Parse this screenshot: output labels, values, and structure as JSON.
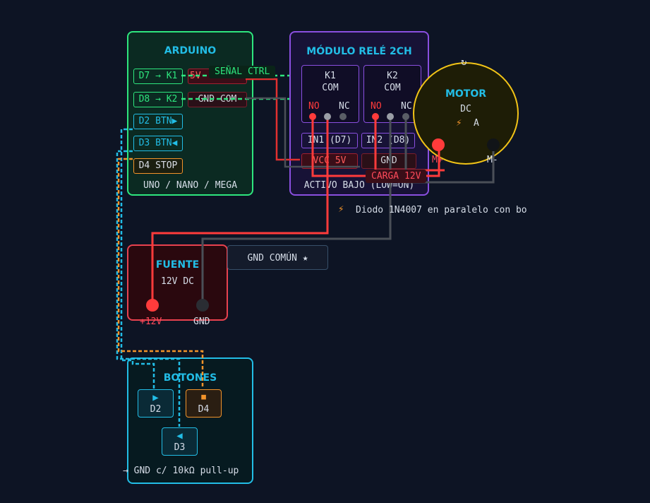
{
  "arduino": {
    "title": "ARDUINO",
    "pins": [
      "D7 → K1",
      "D8 → K2",
      "D2 BTN▶",
      "D3 BTN◀",
      "D4 STOP"
    ],
    "tags": [
      "5V",
      "GND COM"
    ],
    "footer": "UNO / NANO / MEGA"
  },
  "relay": {
    "title": "MÓDULO RELÉ 2CH",
    "k1": {
      "name": "K1",
      "com": "COM",
      "no": "NO",
      "nc": "NC"
    },
    "k2": {
      "name": "K2",
      "com": "COM",
      "no": "NO",
      "nc": "NC"
    },
    "inputs": [
      "IN1 (D7)",
      "IN2 (D8)"
    ],
    "power": [
      "VCC 5V",
      "GND"
    ],
    "footer": "ACTIVO BAJO (LOW=ON)"
  },
  "signal_label": "SEÑAL CTRL",
  "load_label": "CARGA 12V",
  "motor": {
    "title": "MOTOR",
    "sub": "DC",
    "current": "A",
    "plus": "M+",
    "minus": "M-"
  },
  "diode_note": "Diodo 1N4007 en paralelo con bo",
  "supply": {
    "title": "FUENTE",
    "sub": "12V DC",
    "plus": "+12V",
    "gnd": "GND"
  },
  "gnd_common": "GND COMÚN ★",
  "buttons": {
    "title": "BOTONES",
    "items": [
      {
        "icon": "▶",
        "label": "D2"
      },
      {
        "icon": "■",
        "label": "D4"
      },
      {
        "icon": "◀",
        "label": "D3"
      }
    ],
    "footer": "→ GND c/ 10kΩ pull-up"
  },
  "colors": {
    "arduino": "#2ee67e",
    "relay": "#8a4fe0",
    "motor": "#f2c417",
    "supply": "#e8424f",
    "buttons": "#22bde6",
    "stop": "#f2932a",
    "wire_red": "#ff3b3b",
    "wire_gray": "#4a4f57"
  }
}
